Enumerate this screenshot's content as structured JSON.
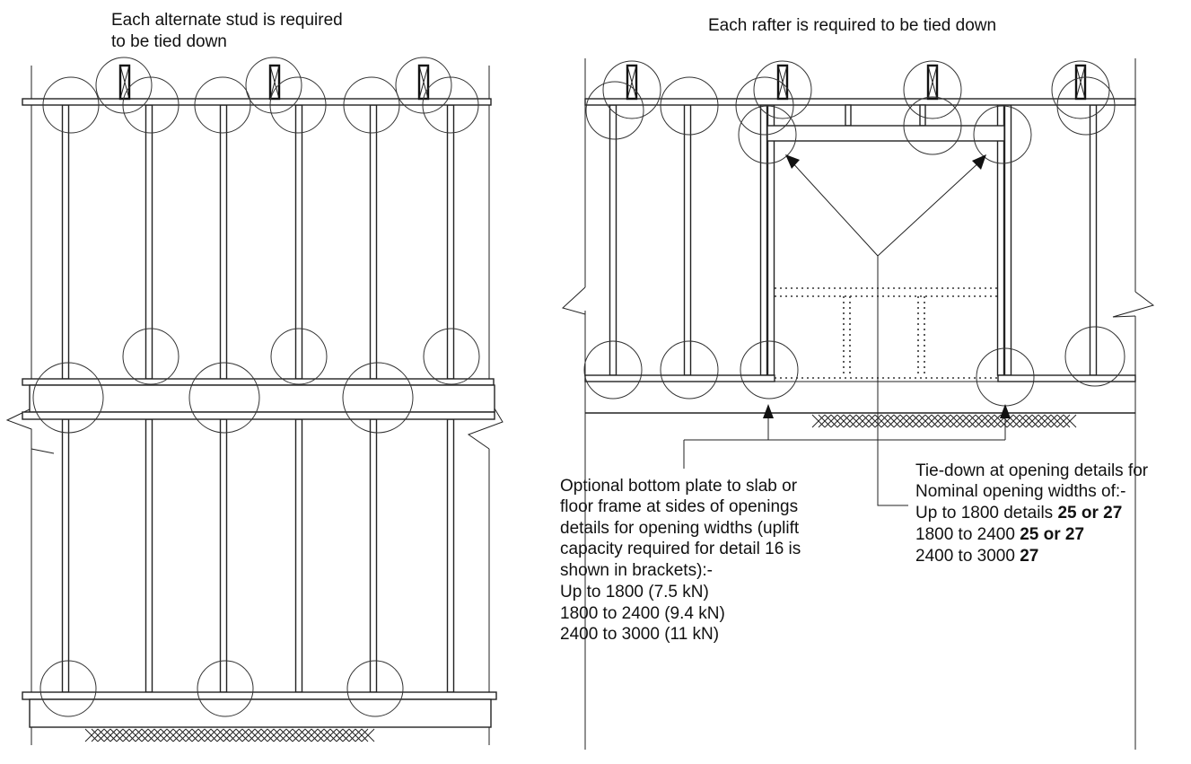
{
  "left_panel": {
    "caption_line1": "Each alternate stud is required",
    "caption_line2": "to be tied down"
  },
  "right_panel": {
    "caption": "Each rafter is required to be tied down"
  },
  "bottom_plate_note": {
    "lines": [
      "Optional bottom plate to slab or",
      "floor frame at sides of openings",
      "details for opening widths (uplift",
      "capacity required for detail 16 is",
      "shown in brackets):-",
      "Up to 1800  (7.5 kN)",
      "1800 to 2400  (9.4 kN)",
      "2400 to 3000  (11 kN)"
    ]
  },
  "opening_note": {
    "line1": "Tie-down at opening details for",
    "line2": "Nominal opening widths of:-",
    "row1_label": "Up to 1800  details ",
    "row1_value": "25 or 27",
    "row2_label": "1800 to 2400  ",
    "row2_value": "25 or 27",
    "row3_label": "2400 to 3000  ",
    "row3_value": "27"
  }
}
